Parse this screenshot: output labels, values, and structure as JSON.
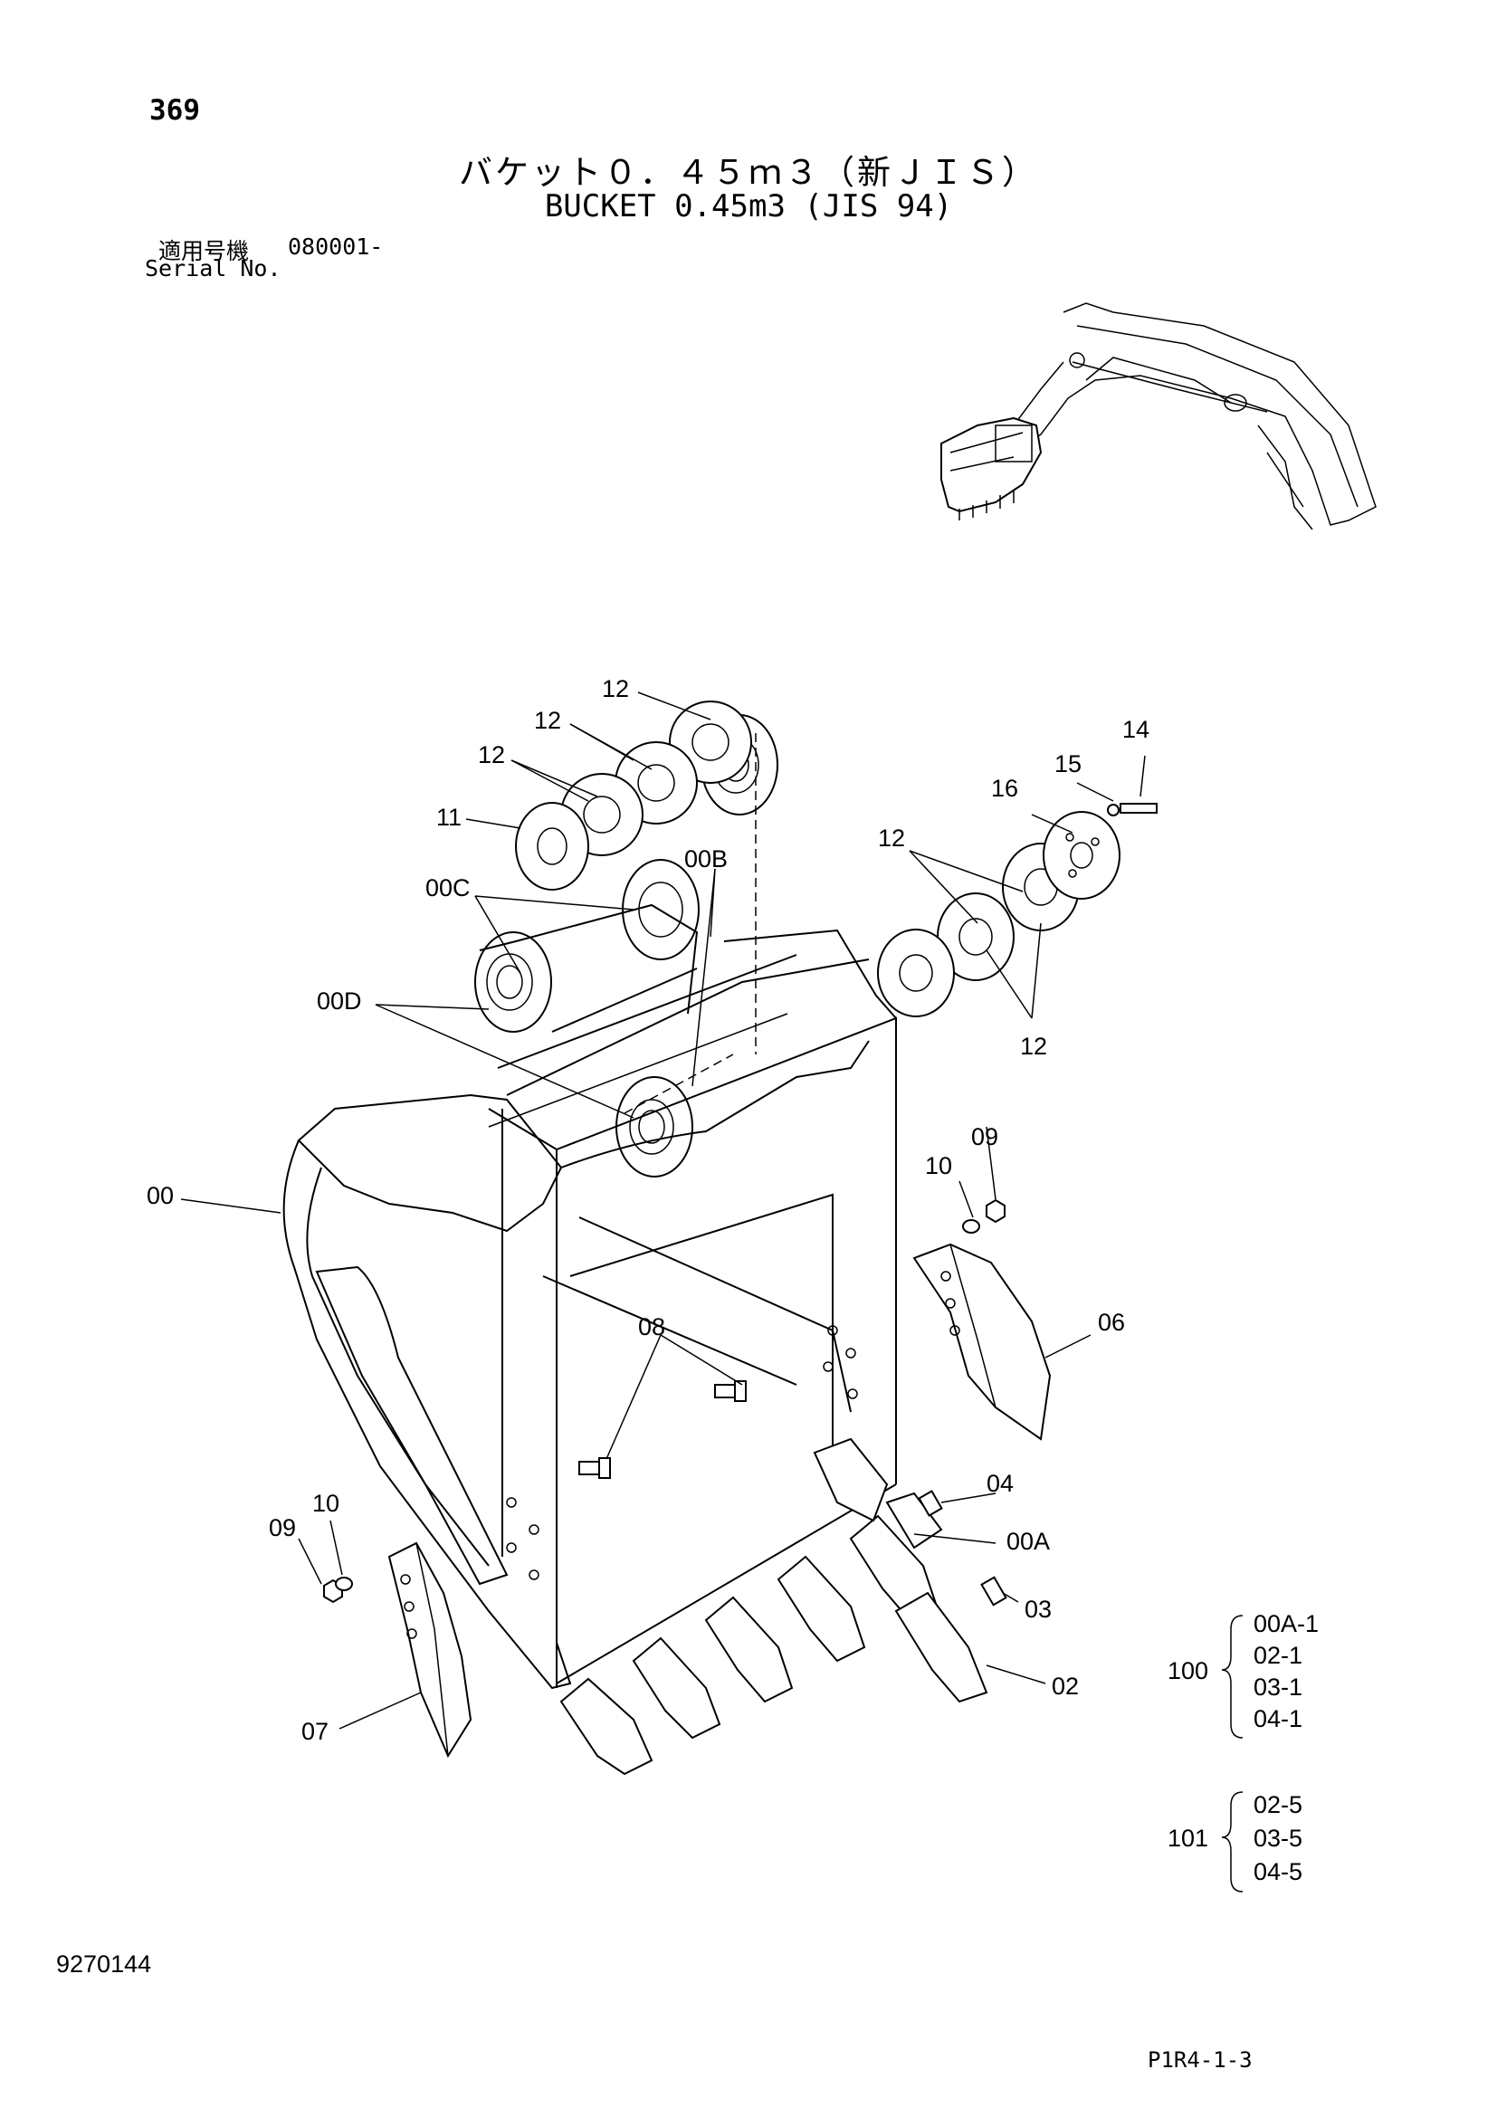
{
  "header": {
    "page_number": "369",
    "title_jp": "バケット０．４５ｍ３（新ＪＩＳ）",
    "title_en": "BUCKET 0.45m3 (JIS 94)",
    "serial_label_jp": "適用号機",
    "serial_value": "080001-",
    "serial_label_en": "Serial No."
  },
  "callouts": {
    "c12a": "12",
    "c12b": "12",
    "c12c": "12",
    "c12d": "12",
    "c12e": "12",
    "c11": "11",
    "c00C": "00C",
    "c00B": "00B",
    "c00D": "00D",
    "c00": "00",
    "c14": "14",
    "c15": "15",
    "c16": "16",
    "c09r": "09",
    "c10r": "10",
    "c06": "06",
    "c08": "08",
    "c04": "04",
    "c00A": "00A",
    "c03": "03",
    "c02": "02",
    "c09l": "09",
    "c10l": "10",
    "c07": "07"
  },
  "kits": [
    {
      "number": "100",
      "items": [
        "00A-1",
        "02-1",
        "03-1",
        "04-1"
      ]
    },
    {
      "number": "101",
      "items": [
        "02-5",
        "03-5",
        "04-5"
      ]
    }
  ],
  "footer": {
    "doc_number": "9270144",
    "page_code": "P1R4-1-3"
  }
}
